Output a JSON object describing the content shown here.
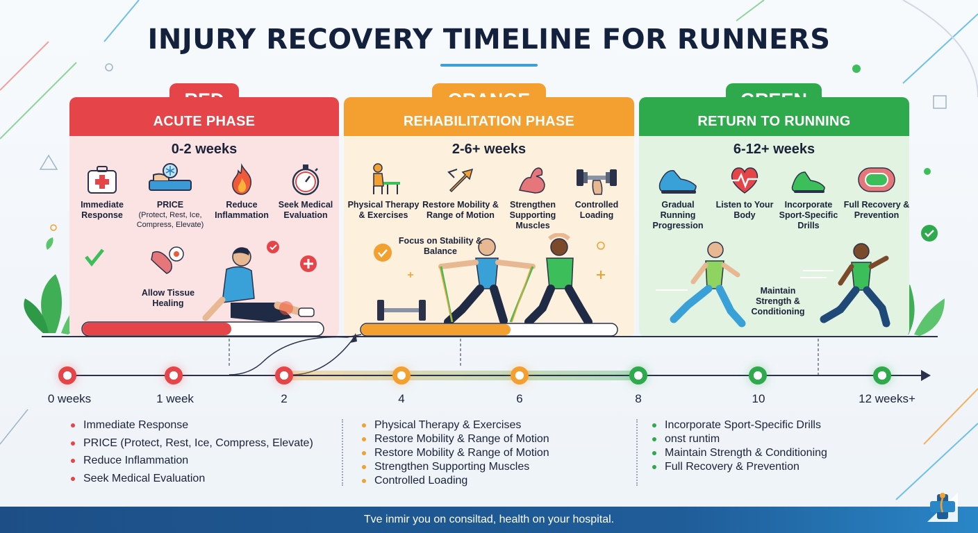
{
  "title": "INJURY RECOVERY TIMELINE FOR RUNNERS",
  "phases": {
    "red": {
      "color_name": "RED",
      "phase_name": "ACUTE PHASE",
      "weeks": "0-2 weeks",
      "accent": "#e54549",
      "items": [
        {
          "label": "Immediate Response",
          "icon": "first-aid-kit-icon"
        },
        {
          "label": "PRICE",
          "sub": "(Protect, Rest, Ice, Compress, Elevate)",
          "icon": "ice-pack-icon"
        },
        {
          "label": "Reduce Inflammation",
          "icon": "flame-icon"
        },
        {
          "label": "Seek Medical Evaluation",
          "icon": "stopwatch-icon"
        }
      ],
      "extra_label": "Allow Tissue Healing"
    },
    "orange": {
      "color_name": "ORANGE",
      "phase_name": "REHABILITATION PHASE",
      "weeks": "2-6+ weeks",
      "accent": "#f3a030",
      "items": [
        {
          "label": "Physical Therapy & Exercises",
          "icon": "therapy-desk-icon"
        },
        {
          "label": "Restore Mobility & Range of Motion",
          "icon": "mobility-arrows-icon"
        },
        {
          "label": "Strengthen Supporting Muscles",
          "icon": "flexed-arm-icon"
        },
        {
          "label": "Controlled Loading",
          "icon": "dumbbell-icon"
        }
      ],
      "extra_label": "Focus on Stability & Balance"
    },
    "green": {
      "color_name": "GREEN",
      "phase_name": "RETURN TO RUNNING",
      "weeks": "6-12+ weeks",
      "accent": "#2eaa4c",
      "items": [
        {
          "label": "Gradual Running Progression",
          "icon": "running-shoe-icon"
        },
        {
          "label": "Listen to Your Body",
          "icon": "heartbeat-icon"
        },
        {
          "label": "Incorporate Sport-Specific Drills",
          "icon": "green-shoe-icon"
        },
        {
          "label": "Full Recovery & Prevention",
          "icon": "running-track-icon"
        }
      ],
      "extra_label": "Maintain Strength & Conditioning"
    }
  },
  "timeline": {
    "ticks": [
      "0 weeks",
      "1 week",
      "2",
      "4",
      "6",
      "8",
      "10",
      "12 weeks+"
    ]
  },
  "lists": {
    "red": [
      "Immediate Response",
      "PRICE (Protect, Rest, Ice, Compress, Elevate)",
      "Reduce Inflammation",
      "Seek Medical Evaluation"
    ],
    "orange": [
      "Physical Therapy & Exercises",
      "Restore Mobility & Range of Motion",
      "Restore Mobility & Range of Motion",
      "Strengthen Supporting Muscles",
      "Controlled Loading"
    ],
    "green": [
      "Incorporate Sport-Specific Drills",
      "onst runtim",
      "Maintain Strength & Conditioning",
      "Full Recovery & Prevention"
    ]
  },
  "footer": {
    "text": "Tve inmir you on consiltad, health on your hospital.",
    "logo_icon": "medical-cross-logo-icon"
  }
}
